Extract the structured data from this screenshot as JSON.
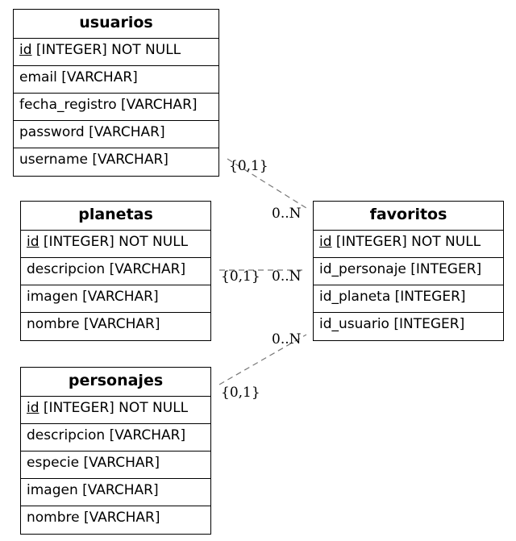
{
  "entities": {
    "usuarios": {
      "title": "usuarios",
      "pk_name": "id",
      "pk_rest": " [INTEGER] NOT NULL",
      "attrs": [
        "email [VARCHAR]",
        "fecha_registro [VARCHAR]",
        "password [VARCHAR]",
        "username [VARCHAR]"
      ]
    },
    "planetas": {
      "title": "planetas",
      "pk_name": "id",
      "pk_rest": " [INTEGER] NOT NULL",
      "attrs": [
        "descripcion [VARCHAR]",
        "imagen [VARCHAR]",
        "nombre [VARCHAR]"
      ]
    },
    "personajes": {
      "title": "personajes",
      "pk_name": "id",
      "pk_rest": " [INTEGER] NOT NULL",
      "attrs": [
        "descripcion [VARCHAR]",
        "especie [VARCHAR]",
        "imagen [VARCHAR]",
        "nombre [VARCHAR]"
      ]
    },
    "favoritos": {
      "title": "favoritos",
      "pk_name": "id",
      "pk_rest": " [INTEGER] NOT NULL",
      "attrs": [
        "id_personaje [INTEGER]",
        "id_planeta [INTEGER]",
        "id_usuario [INTEGER]"
      ]
    }
  },
  "relationships": [
    {
      "from": "usuarios",
      "to": "favoritos",
      "from_card": "{0,1}",
      "to_card": "0..N"
    },
    {
      "from": "planetas",
      "to": "favoritos",
      "from_card": "{0,1}",
      "to_card": "0..N"
    },
    {
      "from": "personajes",
      "to": "favoritos",
      "from_card": "{0,1}",
      "to_card": "0..N"
    }
  ],
  "colors": {
    "line": "#000000",
    "edge": "#777777",
    "background": "#ffffff"
  }
}
